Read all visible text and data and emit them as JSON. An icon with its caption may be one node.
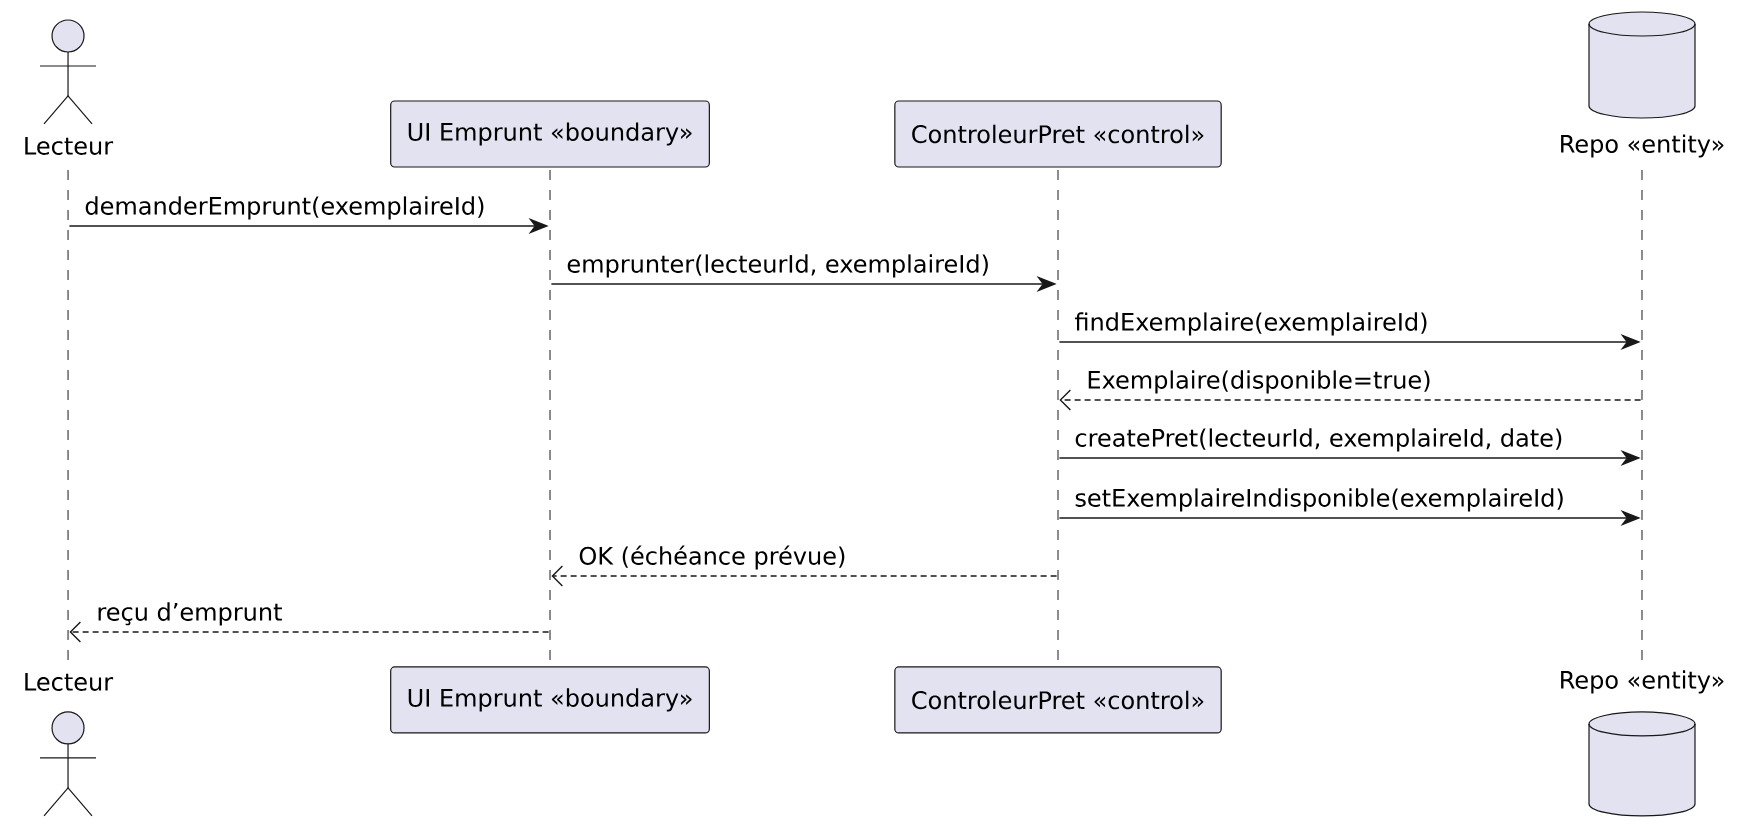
{
  "diagram": {
    "nodes": [
      {
        "text": [
          "Lecteur"
        ]
      },
      {
        "text": [
          "UI Emprunt «boundary»"
        ]
      },
      {
        "text": [
          "ControleurPret «control»"
        ]
      },
      {
        "text": [
          "Repo «entity»"
        ]
      },
      {
        "text": [
          "Lecteur"
        ]
      },
      {
        "text": [
          "UI Emprunt «boundary»"
        ]
      },
      {
        "text": [
          "ControleurPret «control»"
        ]
      },
      {
        "text": [
          "Repo «entity»"
        ]
      },
      {
        "text": [],
        "shape": "line"
      },
      {
        "text": [],
        "shape": "line"
      },
      {
        "text": [],
        "shape": "line"
      },
      {
        "text": [],
        "shape": "line"
      }
    ],
    "edges": [
      {
        "from": 8,
        "to": 9,
        "arrow": "to",
        "label": "demanderEmprunt(exemplaireId)"
      },
      {
        "from": 9,
        "to": 10,
        "arrow": "to",
        "label": "emprunter(lecteurId, exemplaireId)"
      },
      {
        "from": 10,
        "to": 11,
        "arrow": "to",
        "label": "findExemplaire(exemplaireId)"
      },
      {
        "from": 11,
        "to": 10,
        "arrow": "to",
        "label": "Exemplaire(disponible=true)",
        "style": "dashed"
      },
      {
        "from": 10,
        "to": 11,
        "arrow": "to",
        "label": "createPret(lecteurId, exemplaireId, date)"
      },
      {
        "from": 10,
        "to": 11,
        "arrow": "to",
        "label": "setExemplaireIndisponible(exemplaireId)"
      },
      {
        "from": 10,
        "to": 9,
        "arrow": "to",
        "label": "OK (échéance prévue)",
        "style": "dashed"
      },
      {
        "from": 9,
        "to": 8,
        "arrow": "to",
        "label": "reçu d’emprunt",
        "style": "dashed"
      }
    ]
  }
}
